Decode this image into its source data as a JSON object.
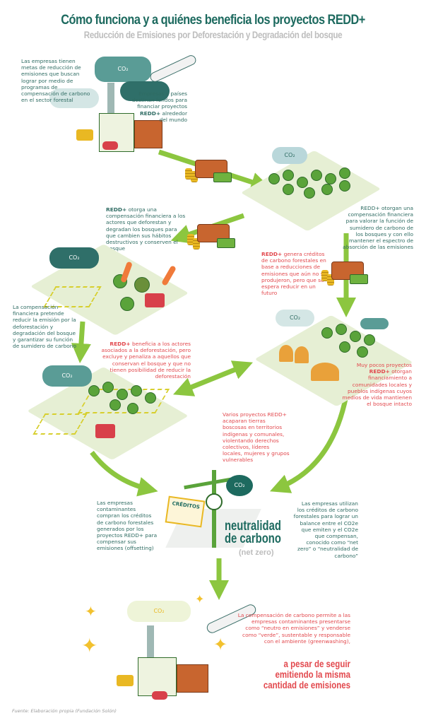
{
  "header": {
    "title": "Cómo funciona y a quiénes beneficia los proyectos REDD+",
    "subtitle": "Reducción de Emisiones por Deforestación y Degradación del bosque"
  },
  "labels": {
    "co2": "CO₂",
    "creditos": "CRÉDITOS",
    "redd": "REDD+"
  },
  "texts": {
    "empresas_metas": "Las empresas tienen metas de reducción de emisiones que buscan lograr por medio de programas de compensación de carbono en el sector forestal",
    "empresas_fondos_a": "Empresas y países destinan fondos para financiar proyectos",
    "empresas_fondos_b": "alrededor del mundo",
    "otorga_comp": "otorga una compensación financiera a los actores que deforestan y degradan los bosques para que cambien sus hábitos destructivos y conserven el bosque",
    "otorgan_comp": "otorgan una compensación financiera para valorar la función de sumidero de carbono de los bosques y con ello mantener el espectro de absorción de las emisiones",
    "genera": "genera créditos de carbono forestales en base a reducciones de emisiones que aún no se produjeron, pero que se espera reducir en un futuro",
    "comp_pretende": "La compensación financiera pretende reducir la emisión por la deforestación y degradación del bosque y garantizar su función de sumidero de carbono",
    "beneficia": "beneficia a los actores asociados a la deforestación, pero excluye y penaliza a aquellos que conservan el bosque y que no tienen posibilidad de reducir la deforestación",
    "muy_pocos_a": "Muy pocos proyectos",
    "muy_pocos_b": "otorgan financiamiento a comunidades locales y pueblos indígenas cuyos medios de vida mantienen el bosque intacto",
    "varios": "Varios proyectos REDD+ acaparan tierras boscosas en territorios indígenas y comunales, violentando derechos colectivos, líderes locales, mujeres y grupos vulnerables",
    "compran": "Las empresas contaminantes compran los créditos de carbono forestales generados por los proyectos REDD+ para compensar sus emisiones (offsetting)",
    "utilizan": "Las empresas utilizan los créditos de carbono forestales para lograr un balance entre el CO2e que emiten y el CO2e que compensan, conocido como “net zero” o “neutralidad de carbono”",
    "neutralidad_1": "neutralidad",
    "neutralidad_2": "de carbono",
    "net_zero": "(net zero)",
    "greenwashing": "La compensación de carbono permite a las empresas contaminantes presentarse como “neutro en emisiones” y venderse como “verde”, sustentable y responsable con el ambiente (greenwashing),",
    "a_pesar": "a pesar de seguir emitiendo la misma cantidad de emisiones"
  },
  "footer": {
    "source": "Fuente: Elaboración propia (Fundación Solón)"
  },
  "colors": {
    "teal": "#1d6a5f",
    "red": "#e2484d",
    "arrow": "#8cc63f",
    "plate": "#e6efd4"
  }
}
